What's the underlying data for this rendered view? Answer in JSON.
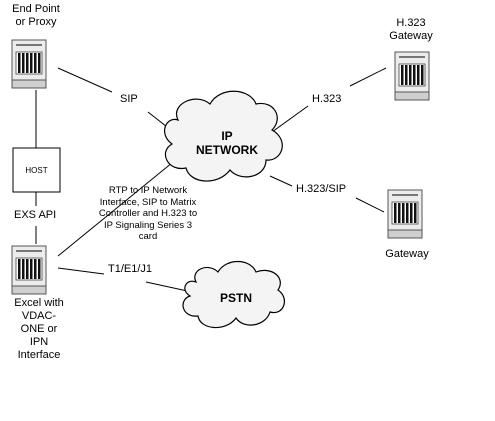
{
  "nodes": {
    "endpoint": {
      "label_line1": "End Point",
      "label_line2": "or Proxy"
    },
    "h323_gateway": {
      "label_line1": "H.323",
      "label_line2": "Gateway"
    },
    "host": {
      "label": "HOST"
    },
    "exs_api": {
      "label": "EXS API"
    },
    "excel": {
      "line1": "Excel with",
      "line2": "VDAC-",
      "line3": "ONE or",
      "line4": "IPN",
      "line5": "Interface"
    },
    "ip_network": {
      "line1": "IP",
      "line2": "NETWORK"
    },
    "pstn": {
      "label": "PSTN"
    },
    "gateway": {
      "label": "Gateway"
    }
  },
  "connections": {
    "sip": "SIP",
    "h323": "H.323",
    "h323_sip": "H.323/SIP",
    "t1e1j1": "T1/E1/J1",
    "rtp_note": {
      "line1": "RTP to IP Network",
      "line2": "Interface, SIP to Matrix",
      "line3": "Controller and  H.323 to",
      "line4": "IP Signaling Series 3",
      "line5": "card"
    }
  }
}
